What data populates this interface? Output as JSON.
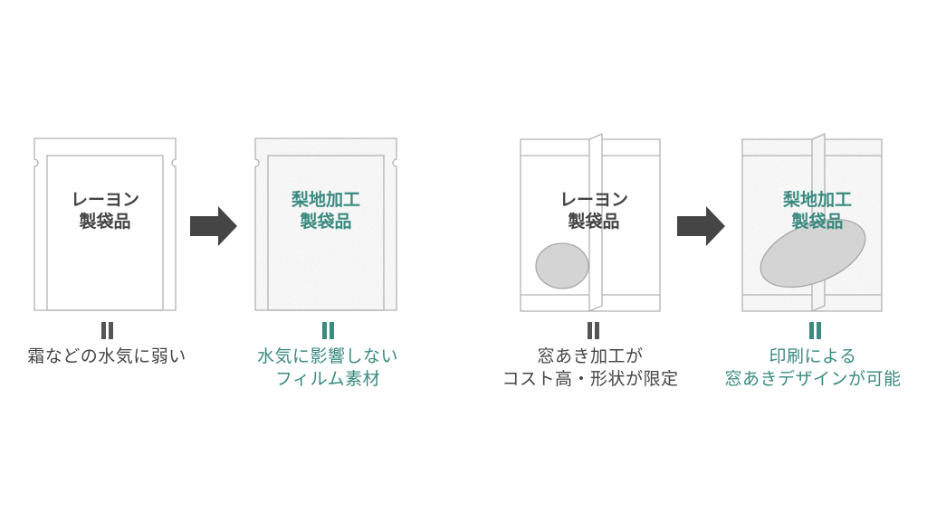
{
  "colors": {
    "outline": "#b3b3b3",
    "dark_text": "#444444",
    "teal_text": "#3a8a80",
    "arrow": "#454545",
    "window_fill": "#d4d4d4",
    "texture_fill": "#f2f2f2"
  },
  "panels": [
    {
      "label_lines": [
        "レーヨン",
        "製袋品"
      ],
      "caption_lines": [
        "霜などの水気に弱い"
      ]
    },
    {
      "label_lines": [
        "梨地加工",
        "製袋品"
      ],
      "caption_lines": [
        "水気に影響しない",
        "フィルム素材"
      ]
    },
    {
      "label_lines": [
        "レーヨン",
        "製袋品"
      ],
      "caption_lines": [
        "窓あき加工が",
        "コスト高・形状が限定"
      ]
    },
    {
      "label_lines": [
        "梨地加工",
        "製袋品"
      ],
      "caption_lines": [
        "印刷による",
        "窓あきデザインが可能"
      ]
    }
  ],
  "arrows": [
    "right-arrow-icon",
    "right-arrow-icon"
  ],
  "equals_icon": "equals-icon"
}
